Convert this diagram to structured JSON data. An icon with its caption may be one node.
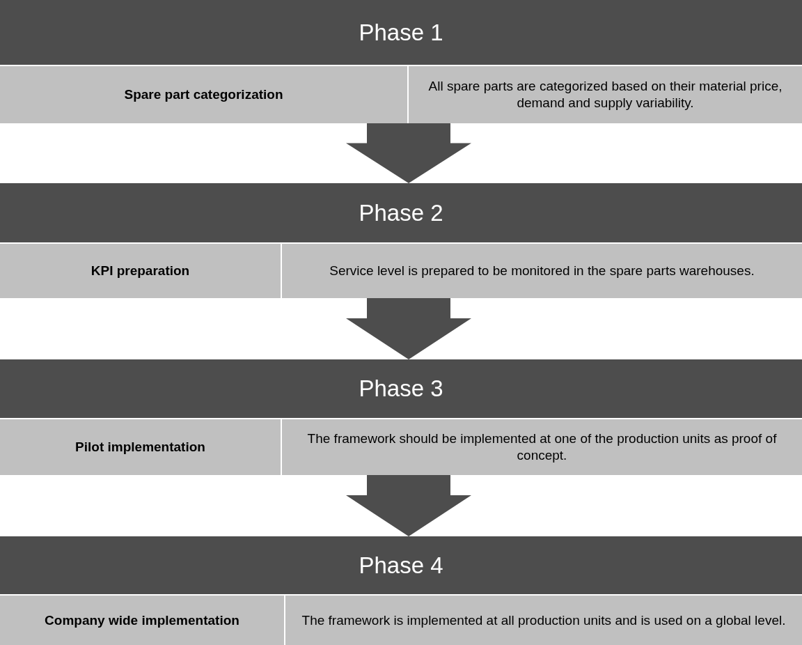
{
  "diagram": {
    "nodes": [
      {
        "text": [
          "Phase 1"
        ]
      },
      {
        "text": [
          "Spare part categorization"
        ],
        "in": 0
      },
      {
        "text": [
          "All spare parts are categorized based on their material price, demand and supply variability."
        ],
        "in": 0
      },
      {
        "text": [
          "Phase 2"
        ]
      },
      {
        "text": [
          "KPI preparation"
        ],
        "in": 3
      },
      {
        "text": [
          "Service level is prepared to be monitored in the spare parts warehouses."
        ],
        "in": 3
      },
      {
        "text": [
          "Phase 3"
        ]
      },
      {
        "text": [
          "Pilot implementation"
        ],
        "in": 6
      },
      {
        "text": [
          "The framework should be implemented at one of the production units as proof of concept."
        ],
        "in": 6
      },
      {
        "text": [
          "Phase 4"
        ]
      },
      {
        "text": [
          "Company wide implementation"
        ],
        "in": 9
      },
      {
        "text": [
          "The framework is implemented at all production units and is used on a global level."
        ],
        "in": 9
      }
    ],
    "edges": [
      {
        "from": 0,
        "to": 3,
        "arrow": "to"
      },
      {
        "from": 3,
        "to": 6,
        "arrow": "to"
      },
      {
        "from": 6,
        "to": 9,
        "arrow": "to"
      }
    ]
  }
}
